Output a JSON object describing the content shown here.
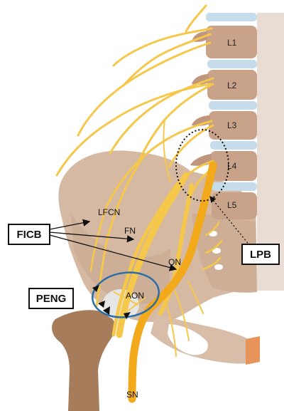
{
  "vertebrae": [
    "L1",
    "L2",
    "L3",
    "L4",
    "L5"
  ],
  "nerve_labels": {
    "lfcn": "LFCN",
    "fn": "FN",
    "on": "ON",
    "aon": "AON",
    "sn": "SN"
  },
  "blocks": {
    "ficb": "FICB",
    "peng": "PENG",
    "lpb": "LPB"
  },
  "colors": {
    "nerve": "#F5C74A",
    "nerve_trunk": "#F2A91A",
    "pelvis": "#D2B39B",
    "vertebra": "#C9A28A",
    "disc": "#C6DCEB",
    "femur": "#A67C5B",
    "peng_ellipse": "#2A6EA8"
  }
}
